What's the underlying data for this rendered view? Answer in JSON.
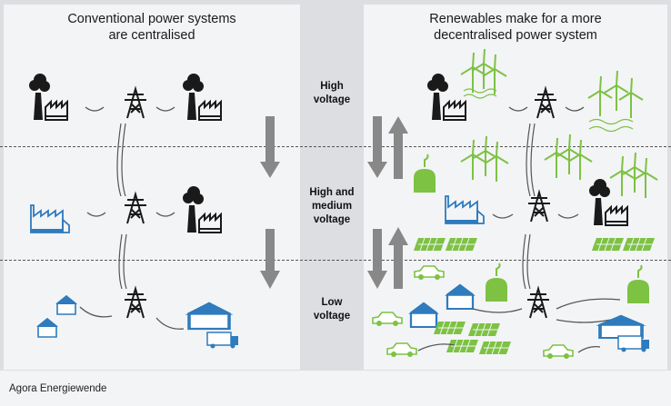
{
  "left_panel": {
    "title_line1": "Conventional power systems",
    "title_line2": "are centralised"
  },
  "right_panel": {
    "title_line1": "Renewables make for a more",
    "title_line2": "decentralised power system"
  },
  "voltage_levels": [
    {
      "line1": "High",
      "line2": "voltage"
    },
    {
      "line1": "High and",
      "line2": "medium",
      "line3": "voltage"
    },
    {
      "line1": "Low",
      "line2": "voltage"
    }
  ],
  "source": "Agora Energiewende",
  "colors": {
    "dark": "#1a1a1a",
    "green": "#7dc243",
    "blue": "#2e7bbd",
    "arrow": "#888888",
    "panel": "#f3f4f6"
  },
  "icons": [
    "coal-plant-icon",
    "transmission-tower-icon",
    "factory-icon",
    "house-icon",
    "truck-icon",
    "wind-turbine-icon",
    "biogas-plant-icon",
    "solar-panel-icon",
    "electric-car-icon",
    "arrow-down-icon",
    "arrow-up-icon"
  ]
}
